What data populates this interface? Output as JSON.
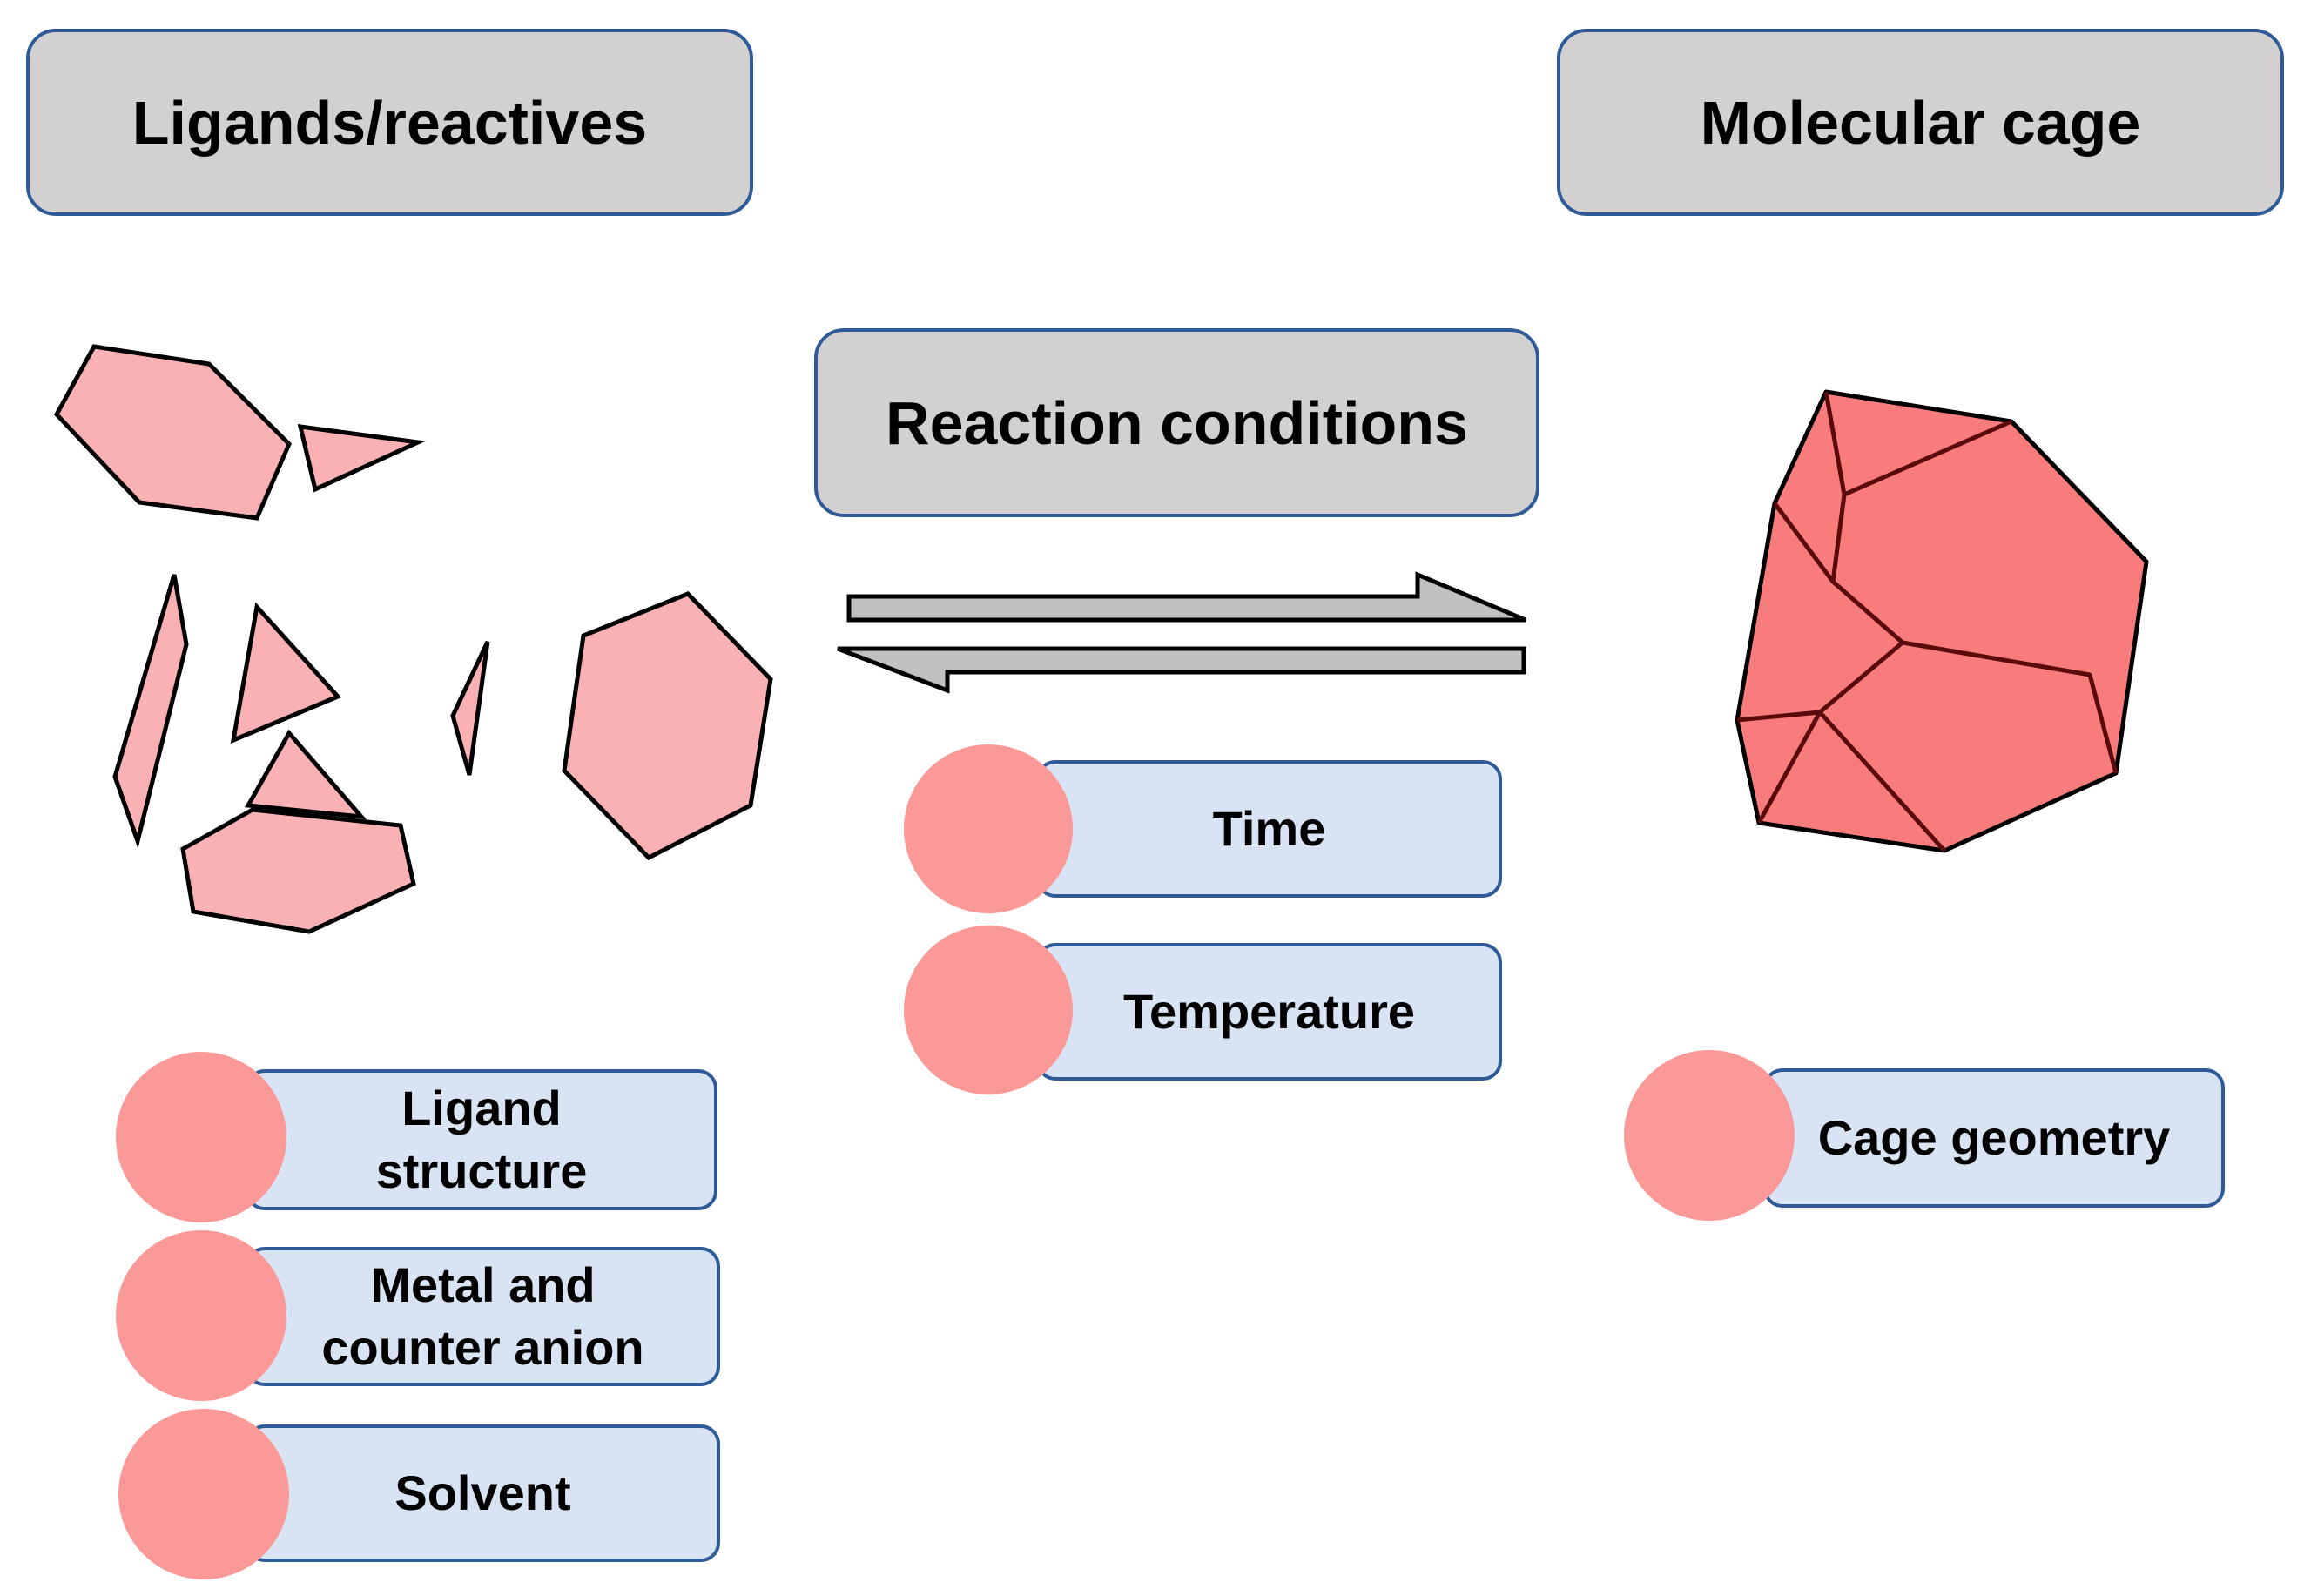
{
  "headers": {
    "ligands": "Ligands/reactives",
    "cage": "Molecular cage",
    "conditions": "Reaction conditions"
  },
  "conditions_items": [
    "Time",
    "Temperature"
  ],
  "ligand_items": [
    "Ligand\nstructure",
    "Metal and\ncounter anion",
    "Solvent"
  ],
  "cage_items": [
    "Cage geometry"
  ],
  "colors": {
    "shape_fill": "#fab1b3",
    "cage_fill": "#f97c7c",
    "circle_fill": "#fb9999",
    "label_fill": "#d8e3f3",
    "header_fill": "#d3d0d0",
    "border": "#2e5b98",
    "arrow_fill": "#c0c0c0"
  }
}
